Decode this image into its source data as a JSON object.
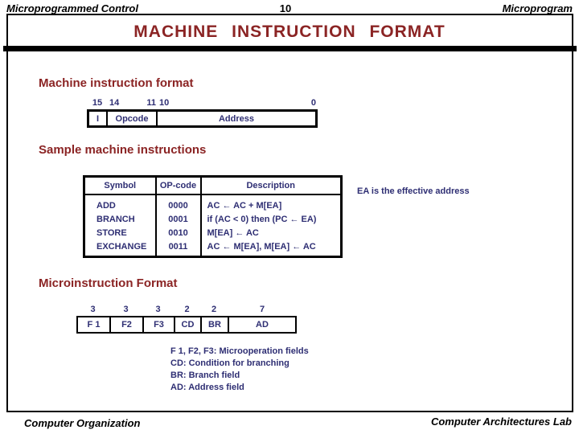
{
  "header": {
    "left": "Microprogrammed Control",
    "page": "10",
    "right": "Microprogram"
  },
  "title": "MACHINE INSTRUCTION FORMAT",
  "machine_format": {
    "heading": "Machine instruction format",
    "bit_labels": [
      "15",
      "14",
      "11",
      "10",
      "0"
    ],
    "fields": [
      "I",
      "Opcode",
      "Address"
    ]
  },
  "sample": {
    "heading": "Sample machine instructions",
    "table": {
      "headers": [
        "Symbol",
        "OP-code",
        "Description"
      ],
      "rows": [
        [
          "ADD",
          "0000",
          "AC ← AC + M[EA]"
        ],
        [
          "BRANCH",
          "0001",
          "if (AC < 0) then (PC ← EA)"
        ],
        [
          "STORE",
          "0010",
          "M[EA] ← AC"
        ],
        [
          "EXCHANGE",
          "0011",
          "AC ← M[EA], M[EA] ← AC"
        ]
      ]
    },
    "note": "EA is the effective address"
  },
  "micro": {
    "heading": "Microinstruction Format",
    "fields": [
      {
        "width": "3",
        "label": "F 1"
      },
      {
        "width": "3",
        "label": "F2"
      },
      {
        "width": "3",
        "label": "F3"
      },
      {
        "width": "2",
        "label": "CD"
      },
      {
        "width": "2",
        "label": "BR"
      },
      {
        "width": "7",
        "label": "AD"
      }
    ],
    "legend": [
      "F 1, F2, F3: Microoperation fields",
      "CD: Condition for branching",
      "BR: Branch field",
      "AD: Address field"
    ]
  },
  "footer": {
    "left": "Computer Organization",
    "right": "Computer Architectures Lab"
  },
  "colors": {
    "heading_red": "#8B2424",
    "body_navy": "#2E2E73",
    "frame_black": "#000000"
  }
}
